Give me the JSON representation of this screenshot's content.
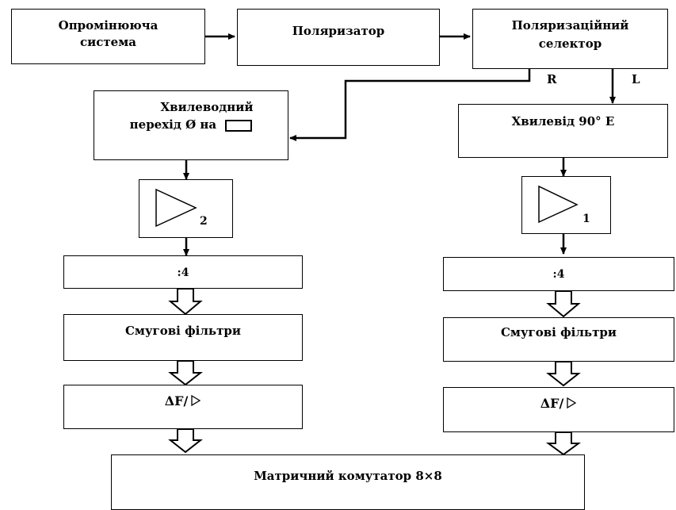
{
  "blocks": {
    "irradiating_system": [
      "Опромінююча",
      "система"
    ],
    "polarizer": "Поляризатор",
    "polarization_selector": [
      "Поляризаційний",
      "селектор"
    ],
    "waveguide_transition": [
      "Хвилеводний",
      "перехід Ø на"
    ],
    "waveguide_90": "Хвилевід 90° Е",
    "amplifier_left_index": "2",
    "amplifier_right_index": "1",
    "divider_left": ":4",
    "divider_right": ":4",
    "bandpass_left": "Смугові фільтри",
    "bandpass_right": "Смугові фільтри",
    "freq_conv_left": "ΔF/",
    "freq_conv_right": "ΔF/",
    "matrix_switch": "Матричний комутатор 8×8"
  },
  "branches": {
    "right_label": "R",
    "left_label": "L"
  }
}
